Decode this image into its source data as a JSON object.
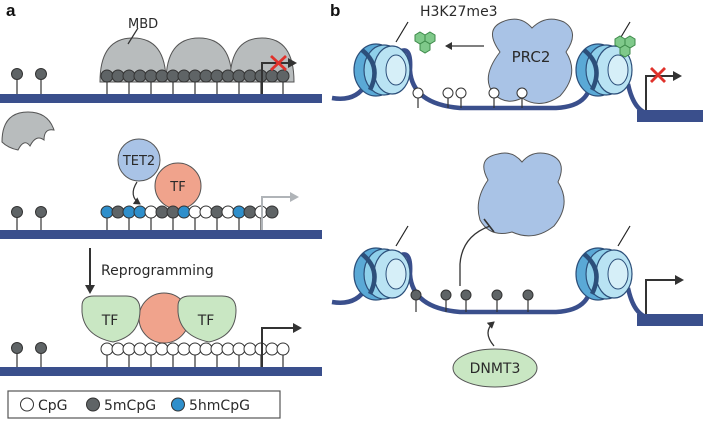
{
  "panels": {
    "a": "a",
    "b": "b"
  },
  "labels": {
    "mbd": "MBD",
    "tet2": "TET2",
    "tf": "TF",
    "reprogramming": "Reprogramming",
    "h3k27me3": "H3K27me3",
    "prc2": "PRC2",
    "dnmt3": "DNMT3"
  },
  "legend": {
    "cpg": "CpG",
    "mcpg": "5mCpG",
    "hmcpg": "5hmCpG"
  },
  "colors": {
    "dna": "#3a4f8c",
    "methylated": "#5f6466",
    "hydroxymethylated": "#2f8fcb",
    "mbd": "#b8bcbd",
    "tf_green": "#c9e7c3",
    "tf_orange": "#f0a38c",
    "blue_protein": "#a9c3e6",
    "histone": "#8fd0ea",
    "h3k27me3": "#7fc98a",
    "block_x": "#e0312b"
  }
}
